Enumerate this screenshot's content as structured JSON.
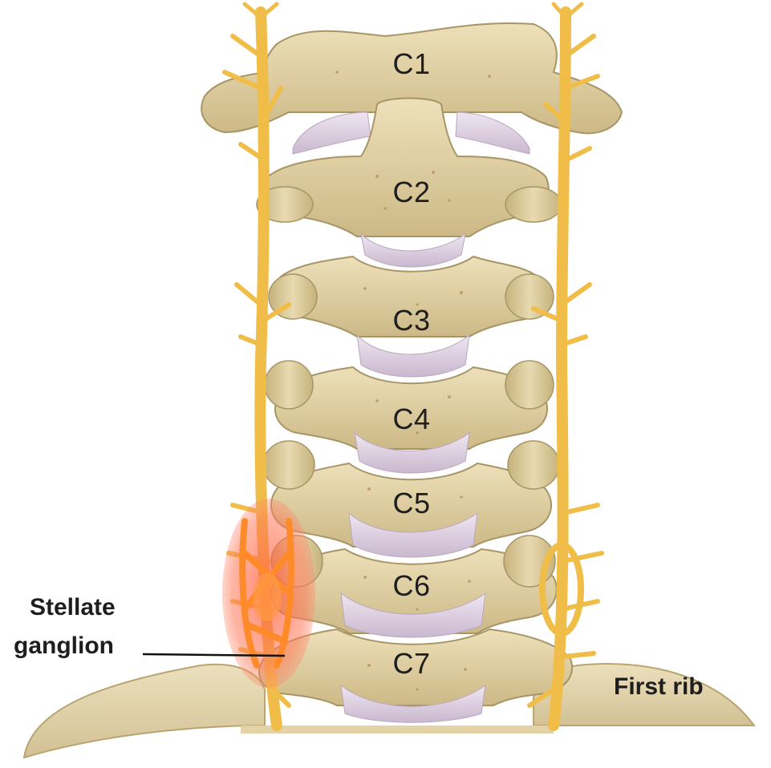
{
  "figure": {
    "vertebrae": [
      {
        "id": "c1",
        "label": "C1"
      },
      {
        "id": "c2",
        "label": "C2"
      },
      {
        "id": "c3",
        "label": "C3"
      },
      {
        "id": "c4",
        "label": "C4"
      },
      {
        "id": "c5",
        "label": "C5"
      },
      {
        "id": "c6",
        "label": "C6"
      },
      {
        "id": "c7",
        "label": "C7"
      }
    ],
    "annotations": {
      "stellate_line1": "Stellate",
      "stellate_line2": "ganglion",
      "first_rib": "First rib"
    },
    "colors": {
      "bone": "#e3d3a6",
      "bone_shadow": "#b9a571",
      "disc": "#ddd0e0",
      "nerve": "#f0bd48",
      "ganglion_highlight": "#ff6a4d"
    }
  }
}
